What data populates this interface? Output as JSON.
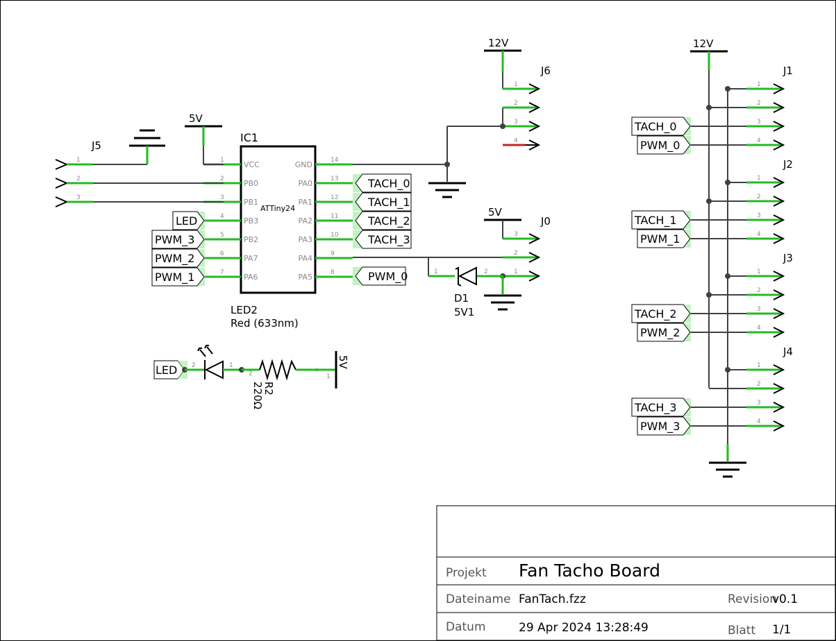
{
  "title_block": {
    "project_label": "Projekt",
    "project_value": "Fan Tacho Board",
    "filename_label": "Dateiname",
    "filename_value": "FanTach.fzz",
    "revision_label": "Revision",
    "revision_value": "v0.1",
    "date_label": "Datum",
    "date_value": "29 Apr 2024 13:28:49",
    "sheet_label": "Blatt",
    "sheet_value": "1/1"
  },
  "ic1": {
    "ref": "IC1",
    "part": "ATTiny24",
    "left_pins": [
      {
        "num": "1",
        "name": "VCC"
      },
      {
        "num": "2",
        "name": "PB0"
      },
      {
        "num": "3",
        "name": "PB1"
      },
      {
        "num": "4",
        "name": "PB3"
      },
      {
        "num": "5",
        "name": "PB2"
      },
      {
        "num": "6",
        "name": "PA7"
      },
      {
        "num": "7",
        "name": "PA6"
      }
    ],
    "right_pins": [
      {
        "num": "14",
        "name": "GND"
      },
      {
        "num": "13",
        "name": "PA0"
      },
      {
        "num": "12",
        "name": "PA1"
      },
      {
        "num": "11",
        "name": "PA2"
      },
      {
        "num": "10",
        "name": "PA3"
      },
      {
        "num": "9",
        "name": "PA4"
      },
      {
        "num": "8",
        "name": "PA5"
      }
    ]
  },
  "ic1_left_nets": [
    "LED",
    "PWM_3",
    "PWM_2",
    "PWM_1"
  ],
  "ic1_right_nets": [
    "TACH_0",
    "TACH_1",
    "TACH_2",
    "TACH_3"
  ],
  "ic1_pa5_net": "PWM_0",
  "power": {
    "v5_ic": "5V",
    "v12_j6": "12V",
    "v5_j0": "5V",
    "v12_j1": "12V",
    "v5_led": "5V"
  },
  "j5": {
    "ref": "J5",
    "pins": [
      "1",
      "2",
      "3"
    ]
  },
  "j6": {
    "ref": "J6",
    "pins": [
      "1",
      "2",
      "3",
      "4"
    ]
  },
  "j0": {
    "ref": "J0",
    "pins": [
      "3",
      "2",
      "1"
    ]
  },
  "d1": {
    "ref": "D1",
    "value": "5V1",
    "pin_a": "1",
    "pin_b": "2"
  },
  "led2": {
    "ref": "LED2",
    "value": "Red (633nm)",
    "net": "LED",
    "pin_a": "2",
    "pin_b": "1"
  },
  "r2": {
    "ref": "R2",
    "value": "220Ω",
    "pin_a": "2",
    "pin_b": "1"
  },
  "fan_connectors": [
    {
      "ref": "J1",
      "tach": "TACH_0",
      "pwm": "PWM_0",
      "pins": [
        "1",
        "2",
        "3",
        "4"
      ]
    },
    {
      "ref": "J2",
      "tach": "TACH_1",
      "pwm": "PWM_1",
      "pins": [
        "1",
        "2",
        "3",
        "4"
      ]
    },
    {
      "ref": "J3",
      "tach": "TACH_2",
      "pwm": "PWM_2",
      "pins": [
        "1",
        "2",
        "3",
        "4"
      ]
    },
    {
      "ref": "J4",
      "tach": "TACH_3",
      "pwm": "PWM_3",
      "pins": [
        "1",
        "2",
        "3",
        "4"
      ]
    }
  ],
  "colors": {
    "wire": "#404040",
    "pin": "#22bb22",
    "net_label_fill": "#b8f0b8",
    "unconnected_pin": "#cc2222"
  }
}
